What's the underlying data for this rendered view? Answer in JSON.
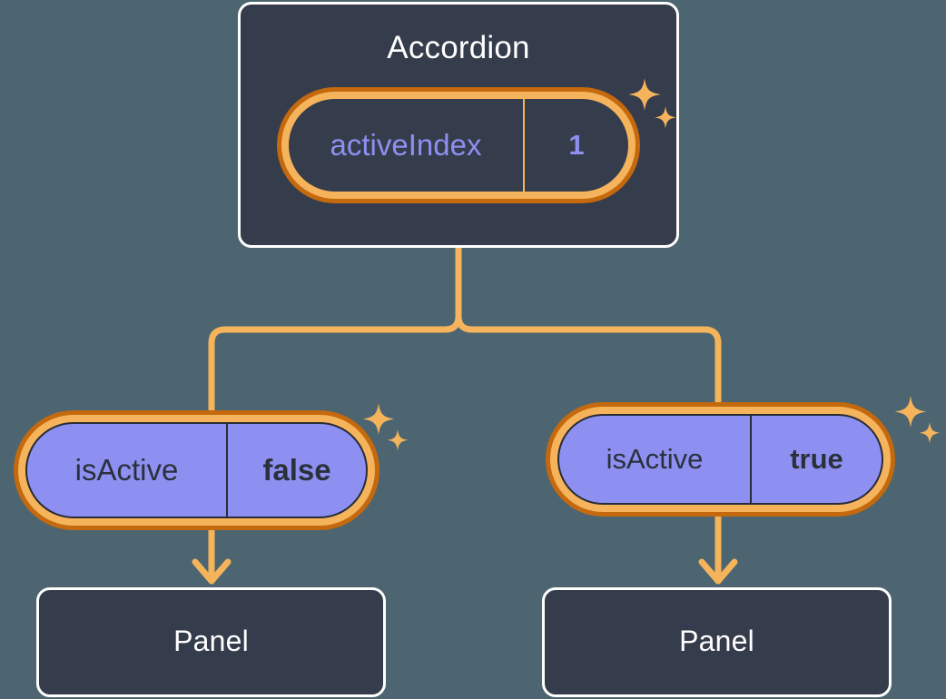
{
  "diagram": {
    "type": "component-state-tree",
    "background_color": "#4C6570",
    "accent_color": "#F5B45B",
    "highlight_color": "#C4690E",
    "prop_color": "#8D90F0",
    "card_color": "#353C4B"
  },
  "root": {
    "title": "Accordion",
    "state": {
      "key": "activeIndex",
      "value": "1"
    },
    "sparkle_icon": "sparkle-icon"
  },
  "branches": [
    {
      "prop": {
        "key": "isActive",
        "value": "false"
      },
      "child": {
        "title": "Panel"
      },
      "sparkle_icon": "sparkle-icon"
    },
    {
      "prop": {
        "key": "isActive",
        "value": "true"
      },
      "child": {
        "title": "Panel"
      },
      "sparkle_icon": "sparkle-icon"
    }
  ]
}
